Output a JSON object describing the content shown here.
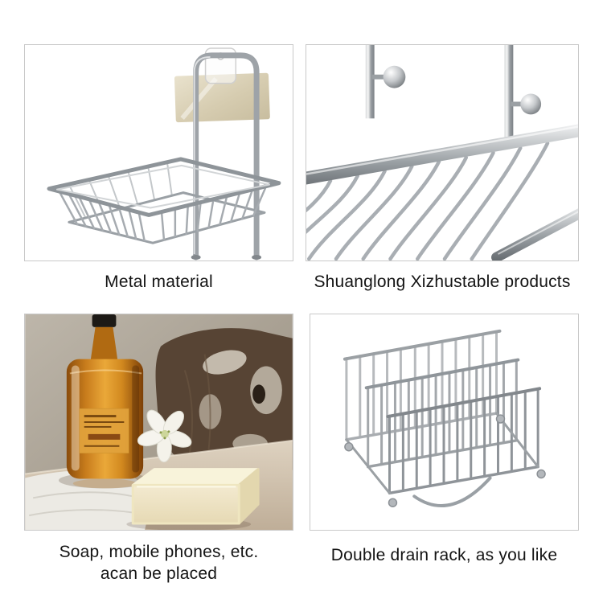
{
  "grid": {
    "top_left": {
      "caption": "Metal material"
    },
    "top_right": {
      "caption": "Shuanglong Xizhustable products"
    },
    "bottom_left": {
      "caption_lines": [
        "Soap, mobile phones, etc.",
        "acan be placed"
      ]
    },
    "bottom_right": {
      "caption": "Double drain rack, as you like"
    }
  },
  "colors": {
    "caption_text": "#141414",
    "tile_border": "#c9c9c9",
    "chrome": "#9aa0a5",
    "adhesive_pad": "#d9d0b8",
    "amber_bottle": "#c87c1c",
    "soap_bar": "#f3ead0",
    "wood_log": "#574434"
  }
}
